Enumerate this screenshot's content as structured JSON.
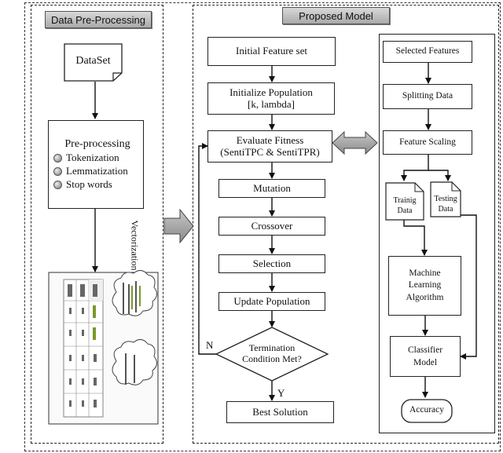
{
  "left_panel": {
    "title": "Data Pre-Processing",
    "dataset": "DataSet",
    "preprocessing": {
      "title": "Pre-processing",
      "steps": [
        "Tokenization",
        "Lemmatization",
        "Stop words"
      ]
    },
    "vectorization_label": "Vectorization"
  },
  "model_panel": {
    "title": "Proposed Model",
    "steps": {
      "initial_feature_set": "Initial Feature set",
      "initialize_population": "Initialize Population",
      "initialize_params": "[k, lambda]",
      "evaluate_fitness": "Evaluate Fitness",
      "fitness_metrics": "(SentiTPC & SentiTPR)",
      "mutation": "Mutation",
      "crossover": "Crossover",
      "selection": "Selection",
      "update_population": "Update Population",
      "termination": "Termination",
      "termination_2": "Condition Met?",
      "no_label": "N",
      "yes_label": "Y",
      "best_solution": "Best Solution"
    }
  },
  "classifier_panel": {
    "selected_features": "Selected Features",
    "splitting_data": "Splitting Data",
    "feature_scaling": "Feature Scaling",
    "training_data": [
      "Trainig",
      "Data"
    ],
    "testing_data": [
      "Testing",
      "Data"
    ],
    "ml_algorithm": [
      "Machine",
      "Learning",
      "Algorithm"
    ],
    "classifier_model": [
      "Classifier",
      "Model"
    ],
    "accuracy": "Accuracy"
  }
}
